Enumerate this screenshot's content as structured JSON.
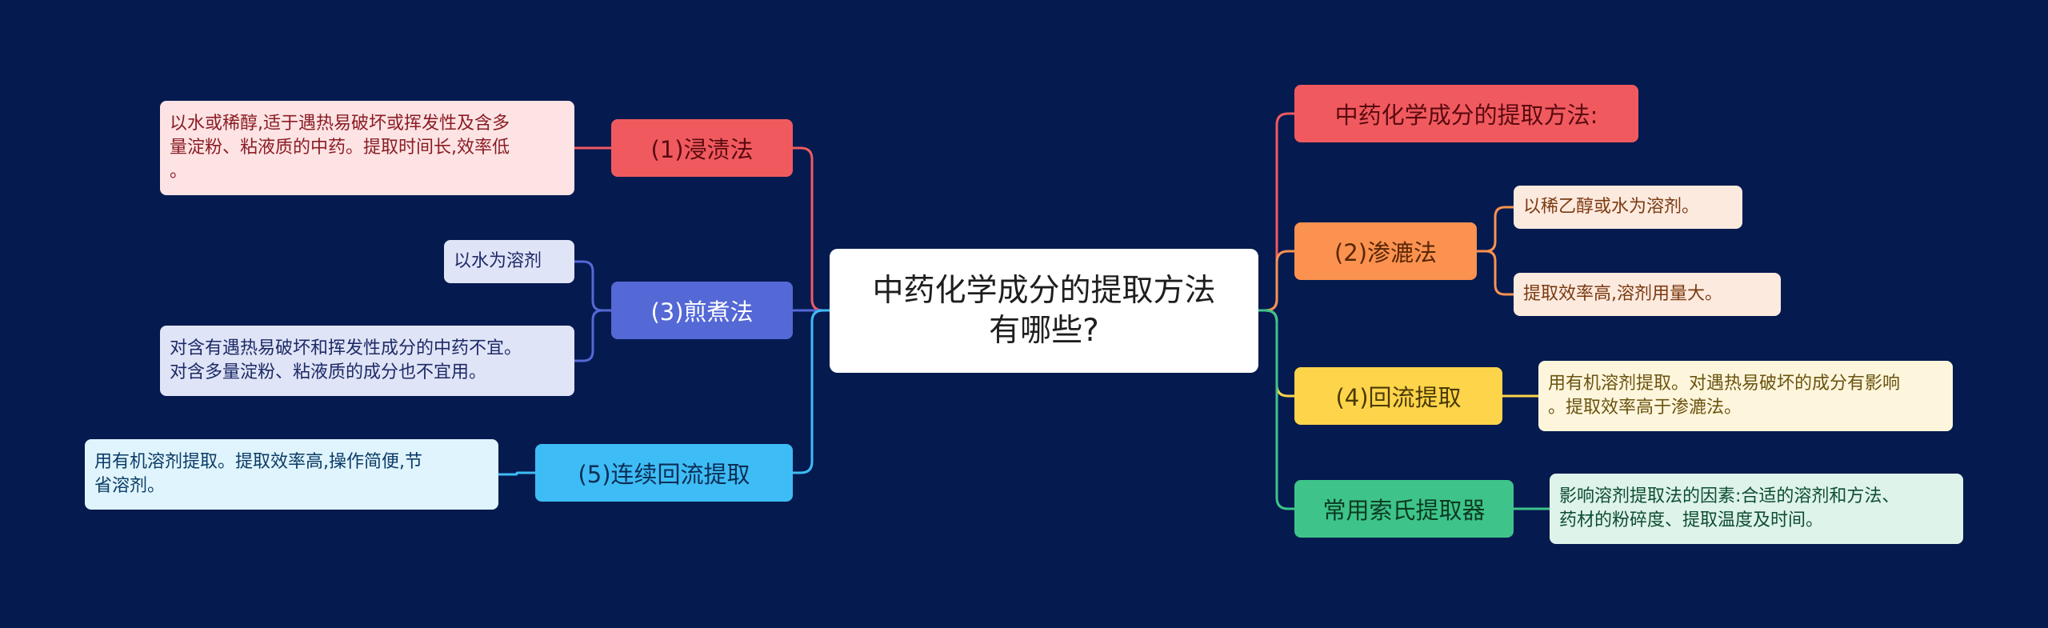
{
  "center": {
    "line1": "中药化学成分的提取方法",
    "line2": "有哪些?"
  },
  "left": [
    {
      "label": "(1)浸渍法",
      "color": "#f05a5f",
      "leaves": [
        {
          "lines": [
            "以水或稀醇,适于遇热易破坏或挥发性及含多",
            "量淀粉、粘液质的中药。提取时间长,效率低",
            "。"
          ],
          "bg": "#fde3e4",
          "fg": "#8a1d24"
        }
      ]
    },
    {
      "label": "(3)煎煮法",
      "color": "#5468d6",
      "leaves": [
        {
          "lines": [
            "以水为溶剂"
          ],
          "bg": "#e0e4f7",
          "fg": "#1c2a66"
        },
        {
          "lines": [
            "对含有遇热易破坏和挥发性成分的中药不宜。",
            "对含多量淀粉、粘液质的成分也不宜用。"
          ],
          "bg": "#e0e4f7",
          "fg": "#1c2a66"
        }
      ]
    },
    {
      "label": "(5)连续回流提取",
      "color": "#3ebcf5",
      "leaves": [
        {
          "lines": [
            "用有机溶剂提取。提取效率高,操作简便,节",
            "省溶剂。"
          ],
          "bg": "#dff4fd",
          "fg": "#0b3b66"
        }
      ]
    }
  ],
  "right": [
    {
      "label": "中药化学成分的提取方法:",
      "color": "#f05a5f",
      "leaves": []
    },
    {
      "label": "(2)渗漉法",
      "color": "#fb9250",
      "leaves": [
        {
          "lines": [
            "以稀乙醇或水为溶剂。"
          ],
          "bg": "#fdeadf",
          "fg": "#7a3a10"
        },
        {
          "lines": [
            "提取效率高,溶剂用量大。"
          ],
          "bg": "#fdeadf",
          "fg": "#7a3a10"
        }
      ]
    },
    {
      "label": "(4)回流提取",
      "color": "#fdd44a",
      "leaves": [
        {
          "lines": [
            "用有机溶剂提取。对遇热易破坏的成分有影响",
            "。提取效率高于渗漉法。"
          ],
          "bg": "#fdf6dc",
          "fg": "#6b5210"
        }
      ]
    },
    {
      "label": "常用索氏提取器",
      "color": "#3ec48a",
      "leaves": [
        {
          "lines": [
            "影响溶剂提取法的因素:合适的溶剂和方法、",
            "药材的粉碎度、提取温度及时间。"
          ],
          "bg": "#def3e9",
          "fg": "#0d4d33"
        }
      ]
    }
  ]
}
